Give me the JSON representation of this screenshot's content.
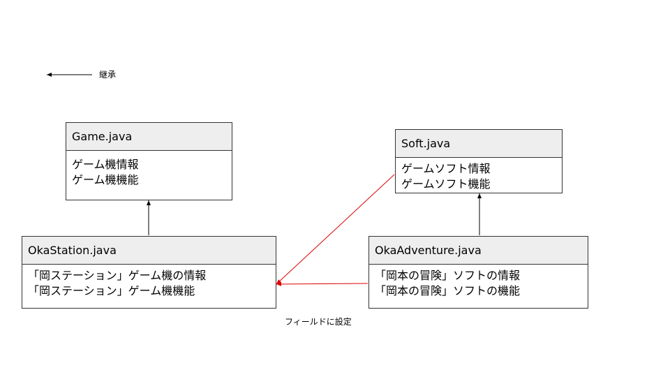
{
  "legend": {
    "label": "継承"
  },
  "classes": {
    "game": {
      "name": "Game.java",
      "lines": [
        "ゲーム機情報",
        "ゲーム機機能"
      ]
    },
    "soft": {
      "name": "Soft.java",
      "lines": [
        "ゲームソフト情報",
        "ゲームソフト機能"
      ]
    },
    "okastation": {
      "name": "OkaStation.java",
      "lines": [
        "「岡ステーション」ゲーム機の情報",
        "「岡ステーション」ゲーム機機能"
      ]
    },
    "okaadventure": {
      "name": "OkaAdventure.java",
      "lines": [
        "「岡本の冒険」ソフトの情報",
        "「岡本の冒険」ソフトの機能"
      ]
    }
  },
  "annotations": {
    "field_label": "フィールドに設定"
  },
  "colors": {
    "inherit_arrow": "#000000",
    "field_arrow": "#dd0000",
    "header_bg": "#eeeeee",
    "border": "#333333"
  }
}
